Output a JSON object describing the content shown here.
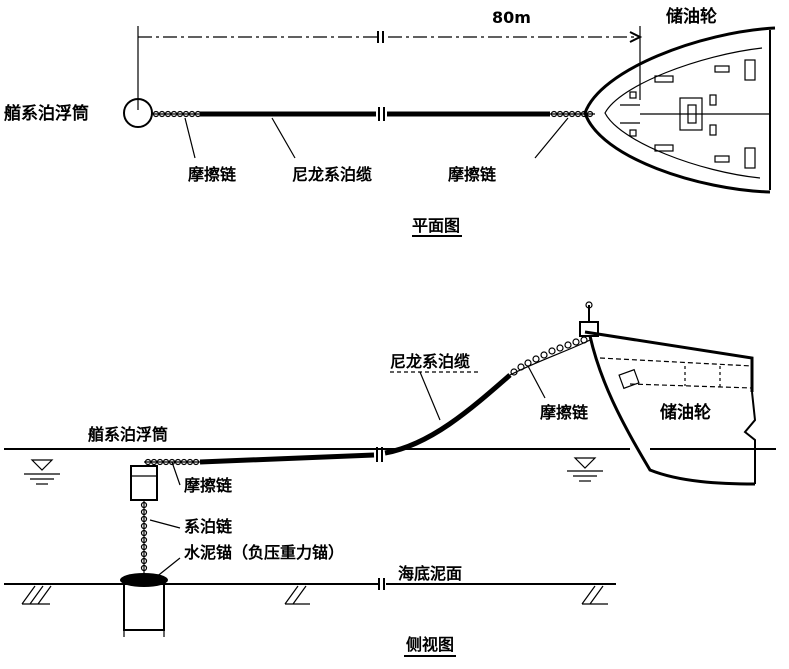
{
  "plan_view": {
    "caption": "平面图",
    "distance_label": "80m",
    "labels": {
      "buoy": "艏系泊浮筒",
      "ship": "储油轮",
      "chafe_chain_left": "摩擦链",
      "nylon_hawser": "尼龙系泊缆",
      "chafe_chain_right": "摩擦链"
    }
  },
  "side_view": {
    "caption": "侧视图",
    "labels": {
      "nylon_hawser": "尼龙系泊缆",
      "chafe_chain_upper": "摩擦链",
      "ship": "储油轮",
      "buoy": "艏系泊浮筒",
      "chafe_chain_lower": "摩擦链",
      "mooring_chain": "系泊链",
      "anchor": "水泥锚（负压重力锚）",
      "seabed": "海底泥面"
    }
  }
}
